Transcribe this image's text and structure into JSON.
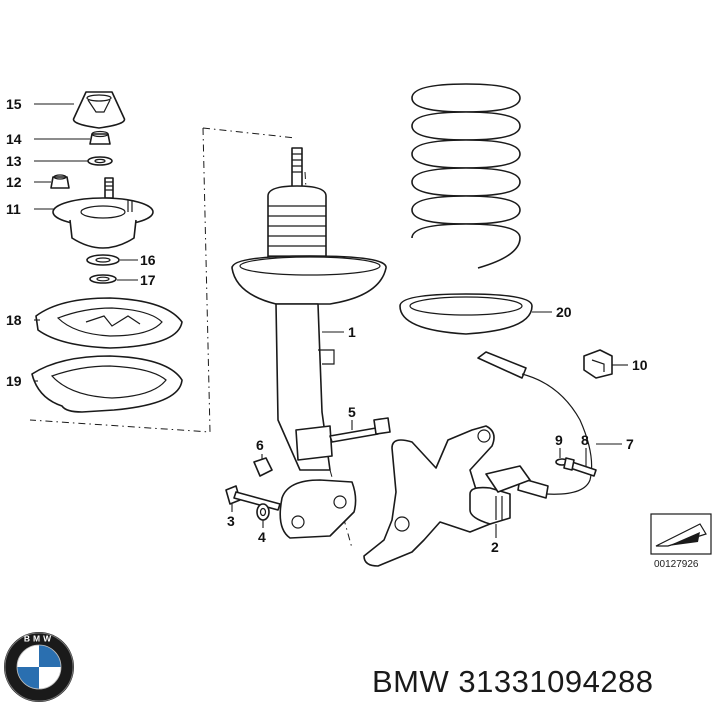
{
  "diagram": {
    "callouts": [
      "15",
      "14",
      "13",
      "12",
      "11",
      "16",
      "17",
      "18",
      "19",
      "1",
      "20",
      "10",
      "5",
      "6",
      "9",
      "8",
      "7",
      "3",
      "4",
      "2"
    ],
    "reference_code": "00127926"
  },
  "footer": {
    "brand": "BMW",
    "part_number": "31331094288",
    "logo_letters": "BMW"
  },
  "colors": {
    "line": "#1a1a1a",
    "logo_blue": "#2a6fb0",
    "logo_ring": "#1a1a1a"
  }
}
